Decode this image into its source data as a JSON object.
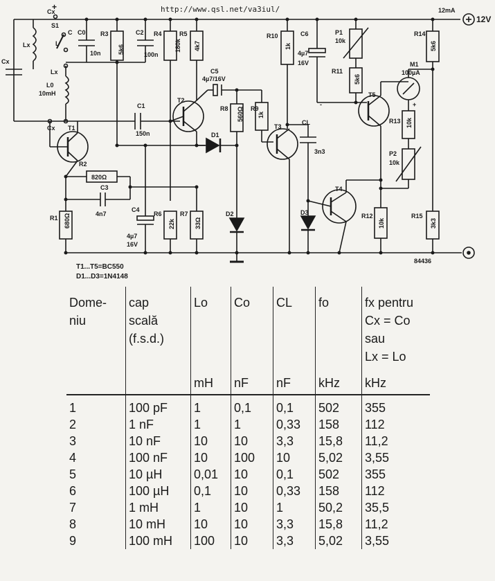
{
  "source_url": "http://www.qsl.net/va3iul/",
  "supply": {
    "current": "12mA",
    "voltage": "12V"
  },
  "figure_code": "84436",
  "notes": {
    "transistors": "T1...T5=BC550",
    "diodes": "D1...D3=1N4148"
  },
  "components": {
    "S1": "S1",
    "S1_L": "L",
    "S1_C": "C",
    "Lx": "Lx",
    "Lx2": "Lx",
    "Cx": "Cx",
    "Cx2": "Cx",
    "Cx3": "Cx",
    "L0": "L0",
    "L0v": "10mH",
    "C0": "C0",
    "C0v": "10n",
    "R3": "R3",
    "R3v": "5k6",
    "C2": "C2",
    "C2v": "100n",
    "R4": "R4",
    "R4v": "180k",
    "R5": "R5",
    "R5v": "4k7",
    "C5": "C5",
    "C5v": "4µ7/16V",
    "R10": "R10",
    "R10v": "1k",
    "C6": "C6",
    "C6v1": "4µ7",
    "C6v2": "16V",
    "P1": "P1",
    "P1v": "10k",
    "R11": "R11",
    "R11v": "5k6",
    "R14": "R14",
    "R14v": "5k6",
    "M1": "M1",
    "M1v": "100µA",
    "C1": "C1",
    "C1v": "150n",
    "T1": "T1",
    "T2": "T2",
    "T3": "T3",
    "T4": "T4",
    "T5": "T5",
    "R8": "R8",
    "R8v": "560Ω",
    "R9": "R9",
    "R9v": "1k",
    "D1": "D1",
    "D2": "D2",
    "D3": "D3",
    "CL": "CL",
    "CLv": "3n3",
    "R13": "R13",
    "R13v": "10k",
    "P2": "P2",
    "P2v": "10k",
    "R2": "R2",
    "R2v": "820Ω",
    "C3": "C3",
    "C3v": "4n7",
    "R1": "R1",
    "R1v": "680Ω",
    "C4": "C4",
    "C4v1": "4µ7",
    "C4v2": "16V",
    "R6": "R6",
    "R6v": "22k",
    "R7": "R7",
    "R7v": "33Ω",
    "R12": "R12",
    "R12v": "10k",
    "R15": "R15",
    "R15v": "3k3",
    "plus": "+",
    "minus": "-",
    "m_plus": "+",
    "m_minus": "-"
  },
  "table": {
    "headers": [
      {
        "label": "Dome-\nniu",
        "unit": ""
      },
      {
        "label": "cap\nscală\n(f.s.d.)",
        "unit": ""
      },
      {
        "label": "Lo",
        "unit": "mH"
      },
      {
        "label": "Co",
        "unit": "nF"
      },
      {
        "label": "CL",
        "unit": "nF"
      },
      {
        "label": "fo",
        "unit": "kHz"
      },
      {
        "label": "fx pentru\nCx = Co\nsau\nLx = Lo",
        "unit": "kHz"
      }
    ],
    "rows": [
      [
        "1",
        "100 pF",
        "1",
        "0,1",
        "0,1",
        "502",
        "355"
      ],
      [
        "2",
        "1 nF",
        "1",
        "1",
        "0,33",
        "158",
        "112"
      ],
      [
        "3",
        "10 nF",
        "10",
        "10",
        "3,3",
        "15,8",
        "11,2"
      ],
      [
        "4",
        "100 nF",
        "10",
        "100",
        "10",
        "5,02",
        "3,55"
      ],
      [
        "5",
        "10 µH",
        "0,01",
        "10",
        "0,1",
        "502",
        "355"
      ],
      [
        "6",
        "100 µH",
        "0,1",
        "10",
        "0,33",
        "158",
        "112"
      ],
      [
        "7",
        "1 mH",
        "1",
        "10",
        "1",
        "50,2",
        "35,5"
      ],
      [
        "8",
        "10 mH",
        "10",
        "10",
        "3,3",
        "15,8",
        "11,2"
      ],
      [
        "9",
        "100 mH",
        "100",
        "10",
        "3,3",
        "5,02",
        "3,55"
      ]
    ]
  }
}
